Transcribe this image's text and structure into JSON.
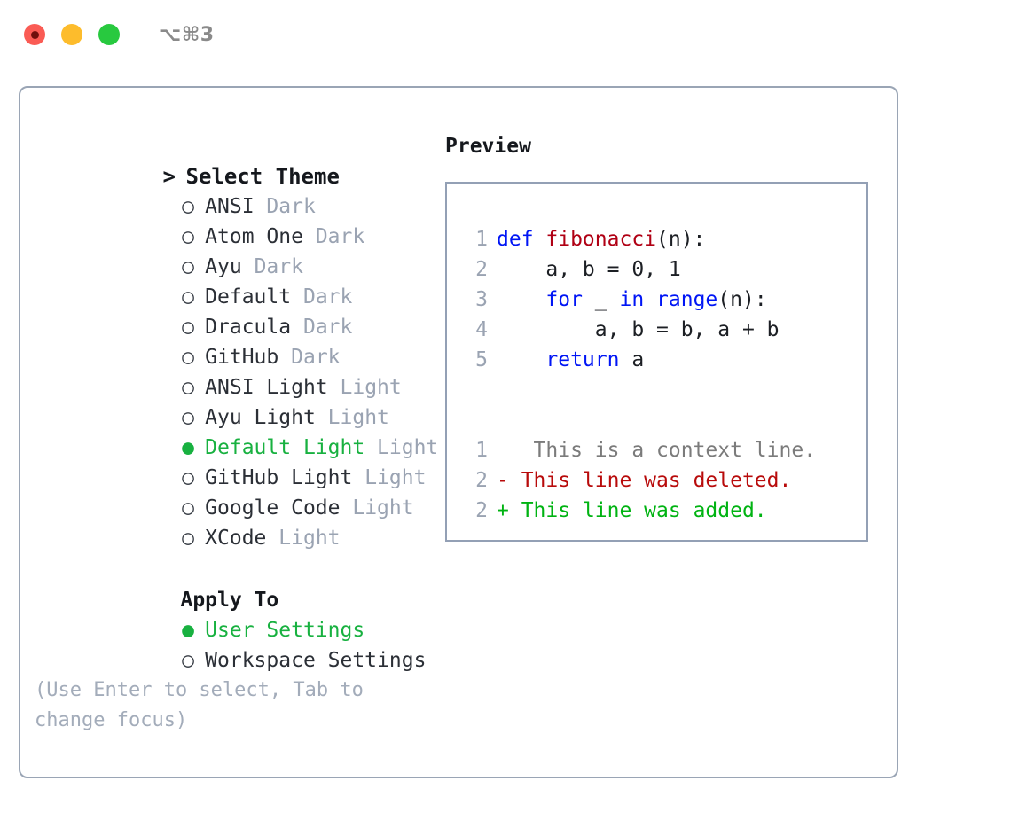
{
  "titlebar": {
    "shortcut": "⌥⌘3",
    "buttons": [
      {
        "name": "close",
        "color": "#fa5b54"
      },
      {
        "name": "minimize",
        "color": "#fdbc2c"
      },
      {
        "name": "zoom",
        "color": "#28c93f"
      }
    ]
  },
  "theme_picker": {
    "heading": "> Select Theme",
    "caret": ">",
    "heading_text": "Select Theme",
    "bullet_hollow": "○",
    "bullet_filled": "●",
    "items": [
      {
        "label": "ANSI",
        "tag": "Dark",
        "selected": false
      },
      {
        "label": "Atom One",
        "tag": "Dark",
        "selected": false
      },
      {
        "label": "Ayu",
        "tag": "Dark",
        "selected": false
      },
      {
        "label": "Default",
        "tag": "Dark",
        "selected": false
      },
      {
        "label": "Dracula",
        "tag": "Dark",
        "selected": false
      },
      {
        "label": "GitHub",
        "tag": "Dark",
        "selected": false
      },
      {
        "label": "ANSI Light",
        "tag": "Light",
        "selected": false
      },
      {
        "label": "Ayu Light",
        "tag": "Light",
        "selected": false
      },
      {
        "label": "Default Light",
        "tag": "Light",
        "selected": true
      },
      {
        "label": "GitHub Light",
        "tag": "Light",
        "selected": false
      },
      {
        "label": "Google Code",
        "tag": "Light",
        "selected": false
      },
      {
        "label": "XCode",
        "tag": "Light",
        "selected": false
      }
    ]
  },
  "apply_to": {
    "heading": "Apply To",
    "options": [
      {
        "label": "User Settings",
        "selected": true
      },
      {
        "label": "Workspace Settings",
        "selected": false
      }
    ]
  },
  "hint": "(Use Enter to select, Tab to change focus)",
  "preview": {
    "title": "Preview",
    "code_lines": [
      {
        "number": "1",
        "spans": [
          {
            "text": "def ",
            "style": "kw"
          },
          {
            "text": "fibonacci",
            "style": "fn"
          },
          {
            "text": "(n):",
            "style": "pl"
          }
        ]
      },
      {
        "number": "2",
        "spans": [
          {
            "text": "    a, b = 0, 1",
            "style": "pl"
          }
        ]
      },
      {
        "number": "3",
        "spans": [
          {
            "text": "    ",
            "style": "pl"
          },
          {
            "text": "for",
            "style": "kw"
          },
          {
            "text": " _ ",
            "style": "pl"
          },
          {
            "text": "in",
            "style": "kw"
          },
          {
            "text": " ",
            "style": "pl"
          },
          {
            "text": "range",
            "style": "kw"
          },
          {
            "text": "(n):",
            "style": "pl"
          }
        ]
      },
      {
        "number": "4",
        "spans": [
          {
            "text": "        a, b = b, a + b",
            "style": "pl"
          }
        ]
      },
      {
        "number": "5",
        "spans": [
          {
            "text": "    ",
            "style": "pl"
          },
          {
            "text": "return",
            "style": "kw"
          },
          {
            "text": " a",
            "style": "pl"
          }
        ]
      }
    ],
    "diff_lines": [
      {
        "number": "1",
        "marker": " ",
        "text": "  This is a context line.",
        "kind": "context"
      },
      {
        "number": "2",
        "marker": "-",
        "text": " This line was deleted.",
        "kind": "deleted"
      },
      {
        "number": "2",
        "marker": "+",
        "text": " This line was added.",
        "kind": "added"
      }
    ]
  },
  "colors": {
    "accent_green": "#18b140",
    "keyword_blue": "#0015f5",
    "function_red": "#b00014",
    "diff_delete": "#b80b0b",
    "diff_add": "#00b312",
    "muted": "#9aa3b2",
    "border": "#9aa5b5"
  }
}
